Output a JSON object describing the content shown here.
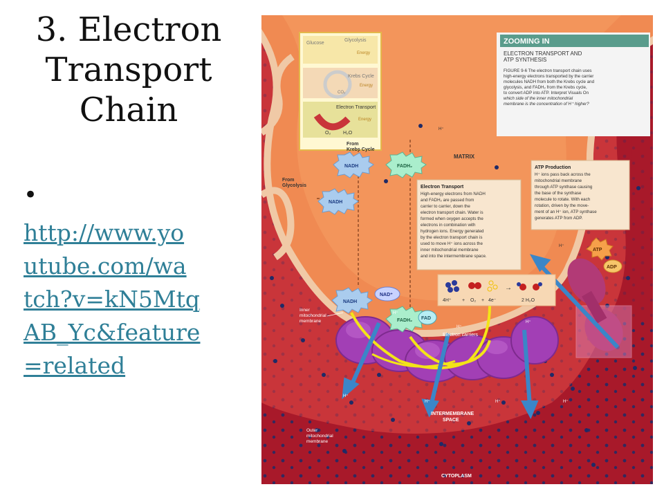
{
  "slide": {
    "title_lines": [
      "3. Electron",
      "Transport",
      "Chain"
    ],
    "bullet": "•",
    "link_lines": [
      "http://www.yo",
      "utube.com/wa",
      "tch?v=kN5Mtq",
      "AB_Yc&feature",
      "=related"
    ]
  },
  "figure": {
    "zooming_in": "ZOOMING IN",
    "heading_lines": [
      "ELECTRON TRANSPORT AND",
      "ATP SYNTHESIS"
    ],
    "caption_lines": [
      "FIGURE 9-6 The electron transport chain uses",
      "high-energy electrons transported by the carrier",
      "molecules NADH from both the Krebs cycle and",
      "glycolysis, and FADH₂ from the Krebs cycle,",
      "to convert ADP into ATP. Interpret Visuals On",
      "which side of the inner mitochondrial",
      "membrane is the concentration of H⁺ higher?"
    ],
    "inset": {
      "glucose": "Glucose",
      "glycolysis": "Glycolysis",
      "krebs": "Krebs Cycle",
      "electron_transport": "Electron Transport",
      "energy": "Energy",
      "co2": "CO₂",
      "o2": "O₂",
      "h2o": "H₂O"
    },
    "labels": {
      "from_krebs_lines": [
        "From",
        "Krebs Cycle"
      ],
      "from_glycolysis_lines": [
        "From",
        "Glycolysis"
      ],
      "matrix": "MATRIX",
      "nadh": "NADH",
      "fadh2": "FADH₂",
      "nad_plus": "NAD⁺",
      "fad": "FAD",
      "h_plus": "H⁺",
      "atp": "ATP",
      "adp": "ADP",
      "inner_membrane_lines": [
        "Inner",
        "mitochondrial",
        "membrane"
      ],
      "outer_membrane_lines": [
        "Outer",
        "mitochondrial",
        "membrane"
      ],
      "electron_carriers": "Electron carriers",
      "intermembrane_lines": [
        "INTERMEMBRANE",
        "SPACE"
      ],
      "cytoplasm": "CYTOPLASM",
      "equation": [
        "4H⁺",
        "+",
        "O₂",
        "+",
        "4e⁻",
        "→",
        "2 H₂O"
      ]
    },
    "electron_transport_box": {
      "title": "Electron Transport",
      "lines": [
        "High-energy electrons from NADH",
        "and FADH₂ are passed from",
        "carrier to carrier, down the",
        "electron transport chain. Water is",
        "formed when oxygen accepts the",
        "electrons in combination with",
        "hydrogen ions. Energy generated",
        "by the electron transport chain is",
        "used to move H⁺ ions across the",
        "inner mitochondrial membrane",
        "and into the intermembrane space."
      ]
    },
    "atp_box": {
      "title": "ATP Production",
      "lines": [
        "H⁺ ions pass back across the",
        "mitochondrial membrane",
        "through ATP synthase causing",
        "the base of the synthase",
        "molecule to rotate. With each",
        "rotation, driven by the move-",
        "ment of an H⁺ ion, ATP synthase",
        "generates ATP from ADP."
      ]
    },
    "colors": {
      "outer_membrane": "#a8192a",
      "intermembrane": "#c9353a",
      "inner_membrane": "#f0c9a6",
      "matrix": "#f08a52",
      "carrier": "#a23fb5",
      "electron_path": "#f3e418",
      "proton_arrow": "#3b86c8",
      "link": "#2f7f97"
    }
  }
}
